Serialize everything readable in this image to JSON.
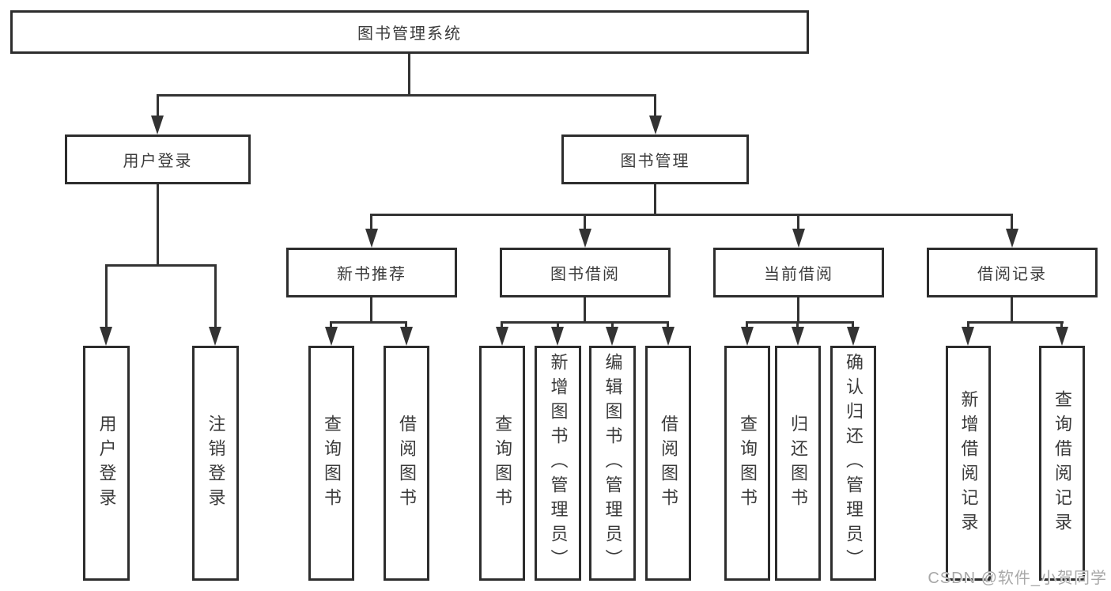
{
  "diagram": {
    "root": {
      "label": "图书管理系统"
    },
    "user_login": {
      "label": "用户登录",
      "children": [
        "用户登录",
        "注销登录"
      ]
    },
    "book_mgmt": {
      "label": "图书管理",
      "sections": [
        {
          "label": "新书推荐",
          "children": [
            "查询图书",
            "借阅图书"
          ]
        },
        {
          "label": "图书借阅",
          "children": [
            "查询图书",
            "新增图书（管理员）",
            "编辑图书（管理员）",
            "借阅图书"
          ]
        },
        {
          "label": "当前借阅",
          "children": [
            "查询图书",
            "归还图书",
            "确认归还（管理员）"
          ]
        },
        {
          "label": "借阅记录",
          "children": [
            "新增借阅记录",
            "查询借阅记录"
          ]
        }
      ]
    }
  },
  "watermark": {
    "text": "CSDN @软件_小贺同学"
  },
  "colors": {
    "line": "#333333",
    "box_border": "#2d2d2d",
    "text": "#3b3b3b",
    "watermark": "#a8a8a8",
    "background": "#ffffff"
  }
}
